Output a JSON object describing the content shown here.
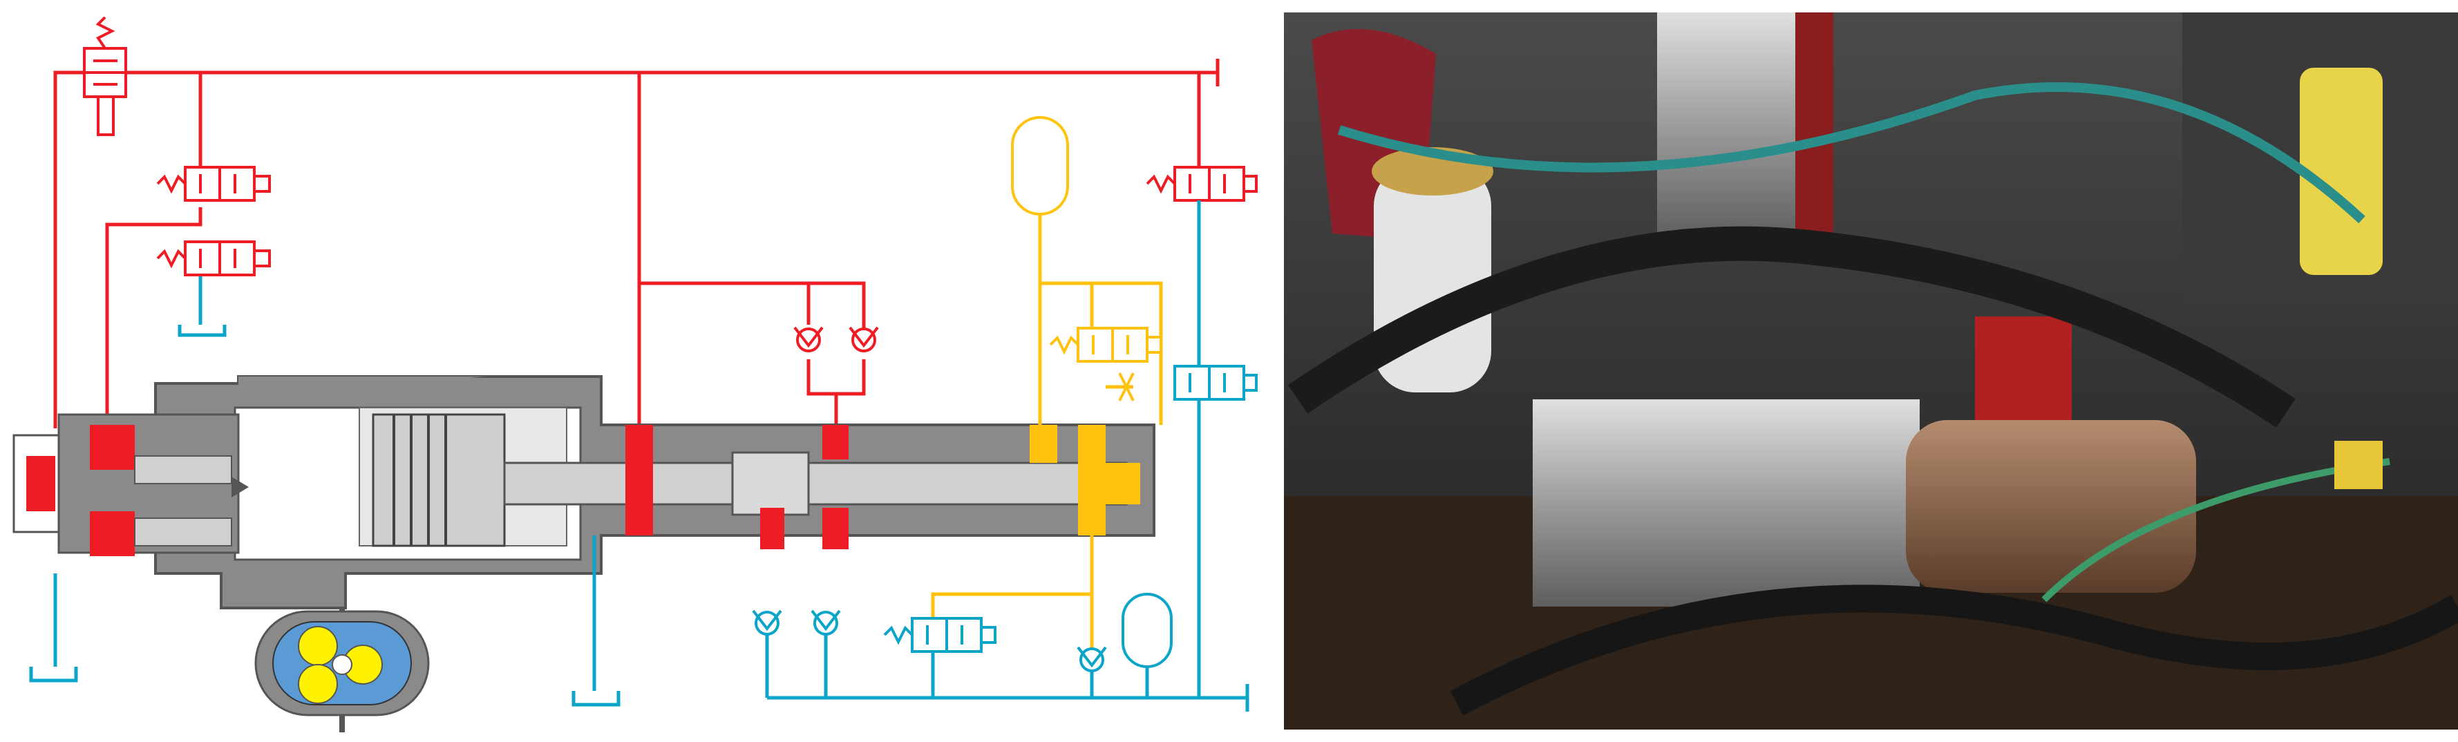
{
  "figure": {
    "panels": [
      {
        "id": "hydraulic-schematic",
        "kind": "diagram"
      },
      {
        "id": "test-rig-photo",
        "kind": "photograph"
      }
    ]
  },
  "colors": {
    "high_pressure": "#ee1c25",
    "mid_pressure": "#ffc20e",
    "low_pressure": "#0aa5c9",
    "housing_gray": "#8a8a8a",
    "housing_light": "#d0d0d0",
    "chamber_white": "#ffffff",
    "rotor_blue": "#5b9bd5",
    "rotor_yellow": "#fff200",
    "photo_bg": "#2a2a2a"
  },
  "icons": [
    "solenoid-valve-icon",
    "check-valve-icon",
    "accumulator-icon",
    "throttle-icon",
    "tank-symbol-icon",
    "rotor-pump-icon"
  ]
}
